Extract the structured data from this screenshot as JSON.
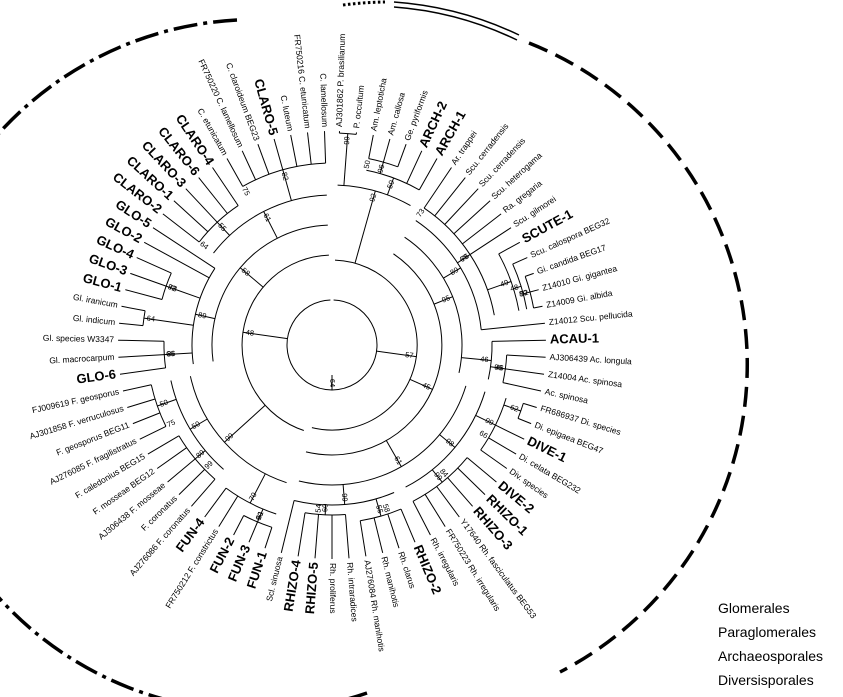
{
  "leaves": [
    {
      "text": "AJ301862 P. brasilianum",
      "group": false
    },
    {
      "text": "P. occultum",
      "group": false
    },
    {
      "text": "Am. leptoticha",
      "group": false
    },
    {
      "text": "Am. callosa",
      "group": false
    },
    {
      "text": "Ge. pyriformis",
      "group": false
    },
    {
      "text": "ARCH-2",
      "group": true
    },
    {
      "text": "ARCH-1",
      "group": true
    },
    {
      "text": "Ar. trappei",
      "group": false
    },
    {
      "text": "Scu. cerradensis",
      "group": false
    },
    {
      "text": "Scu. cerradensis",
      "group": false
    },
    {
      "text": "Scu. heterogama",
      "group": false
    },
    {
      "text": "Ra. gregaria",
      "group": false
    },
    {
      "text": "Scu. gilmorei",
      "group": false
    },
    {
      "text": "SCUTE-1",
      "group": true
    },
    {
      "text": "Scu. calospora BEG32",
      "group": false
    },
    {
      "text": "Gi. candida BEG17",
      "group": false
    },
    {
      "text": "Z14010 Gi. gigantea",
      "group": false
    },
    {
      "text": "Z14009 Gi. albida",
      "group": false
    },
    {
      "text": "Z14012 Scu. pellucida",
      "group": false
    },
    {
      "text": "ACAU-1",
      "group": true
    },
    {
      "text": "AJ306439 Ac. longula",
      "group": false
    },
    {
      "text": "Z14004 Ac. spinosa",
      "group": false
    },
    {
      "text": "Ac. spinosa",
      "group": false
    },
    {
      "text": "FR686937 Di. species",
      "group": false
    },
    {
      "text": "Di. epigaea BEG47",
      "group": false
    },
    {
      "text": "DIVE-1",
      "group": true
    },
    {
      "text": "Di. celata BEG232",
      "group": false
    },
    {
      "text": "Div. species",
      "group": false
    },
    {
      "text": "DIVE-2",
      "group": true
    },
    {
      "text": "RHIZO-1",
      "group": true
    },
    {
      "text": "RHIZO-3",
      "group": true
    },
    {
      "text": "Y17640 Rh. fasciculatus BEG53",
      "group": false
    },
    {
      "text": "FR750223 Rh. irregularis",
      "group": false
    },
    {
      "text": "Rh. irregularis",
      "group": false
    },
    {
      "text": "RHIZO-2",
      "group": true
    },
    {
      "text": "Rh. clarus",
      "group": false
    },
    {
      "text": "Rh. manihotis",
      "group": false
    },
    {
      "text": "AJ276084 Rh. manihotis",
      "group": false
    },
    {
      "text": "Rh. intraradices",
      "group": false
    },
    {
      "text": "Rh. proliferus",
      "group": false
    },
    {
      "text": "RHIZO-5",
      "group": true
    },
    {
      "text": "RHIZO-4",
      "group": true
    },
    {
      "text": "Scl. sinuosa",
      "group": false
    },
    {
      "text": "FUN-1",
      "group": true
    },
    {
      "text": "FUN-3",
      "group": true
    },
    {
      "text": "FUN-2",
      "group": true
    },
    {
      "text": "FR750212 F. constrictus",
      "group": false
    },
    {
      "text": "FUN-4",
      "group": true
    },
    {
      "text": "AJ276086 F. coronatus",
      "group": false
    },
    {
      "text": "F. coronatus",
      "group": false
    },
    {
      "text": "AJ306438 F. mosseae",
      "group": false
    },
    {
      "text": "F. mosseae BEG12",
      "group": false
    },
    {
      "text": "F. caledonius BEG15",
      "group": false
    },
    {
      "text": "AJ276085 F. fragilistratus",
      "group": false
    },
    {
      "text": "F. geosporus BEG11",
      "group": false
    },
    {
      "text": "AJ301858 F. verruculosus",
      "group": false
    },
    {
      "text": "FJ009619 F. geosporus",
      "group": false
    },
    {
      "text": "GLO-6",
      "group": true
    },
    {
      "text": "Gl. macrocarpum",
      "group": false
    },
    {
      "text": "Gl. species W3347",
      "group": false
    },
    {
      "text": "Gl. indicum",
      "group": false
    },
    {
      "text": "Gl. iranicum",
      "group": false
    },
    {
      "text": "GLO-1",
      "group": true
    },
    {
      "text": "GLO-3",
      "group": true
    },
    {
      "text": "GLO-4",
      "group": true
    },
    {
      "text": "GLO-2",
      "group": true
    },
    {
      "text": "GLO-5",
      "group": true
    },
    {
      "text": "CLARO-2",
      "group": true
    },
    {
      "text": "CLARO-1",
      "group": true
    },
    {
      "text": "CLARO-3",
      "group": true
    },
    {
      "text": "CLARO-6",
      "group": true
    },
    {
      "text": "CLARO-4",
      "group": true
    },
    {
      "text": "C. etunicatum",
      "group": false
    },
    {
      "text": "FR750220 C. lamellosum",
      "group": false
    },
    {
      "text": "C. claroideum BEG23",
      "group": false
    },
    {
      "text": "CLARO-5",
      "group": true
    },
    {
      "text": "C. luteum",
      "group": false
    },
    {
      "text": "FR750216 C. etunicatum",
      "group": false
    },
    {
      "text": "C. lamellosum",
      "group": false
    }
  ],
  "bootstraps": [
    "99",
    "96",
    "50",
    "92",
    "48",
    "80",
    "49",
    "68",
    "89",
    "99",
    "46",
    "95",
    "62",
    "99",
    "99",
    "98",
    "55",
    "60",
    "99",
    "61",
    "45",
    "57",
    "61",
    "70",
    "89",
    "50",
    "50",
    "99",
    "86",
    "64",
    "78",
    "89",
    "55",
    "82",
    "61",
    "58",
    "48",
    "64",
    "50",
    "73",
    "76",
    "92",
    "46",
    "66",
    "84",
    "58",
    "54",
    "90",
    "99",
    "75",
    "66",
    "82",
    "64",
    "75"
  ],
  "legend": [
    {
      "label": "Glomerales",
      "style": "dash-dot"
    },
    {
      "label": "Paraglomerales",
      "style": "dotted"
    },
    {
      "label": "Archaeosporales",
      "style": "double"
    },
    {
      "label": "Diversisporales",
      "style": "dashed"
    }
  ],
  "colors": {
    "ink": "#000000",
    "background": "#ffffff"
  }
}
